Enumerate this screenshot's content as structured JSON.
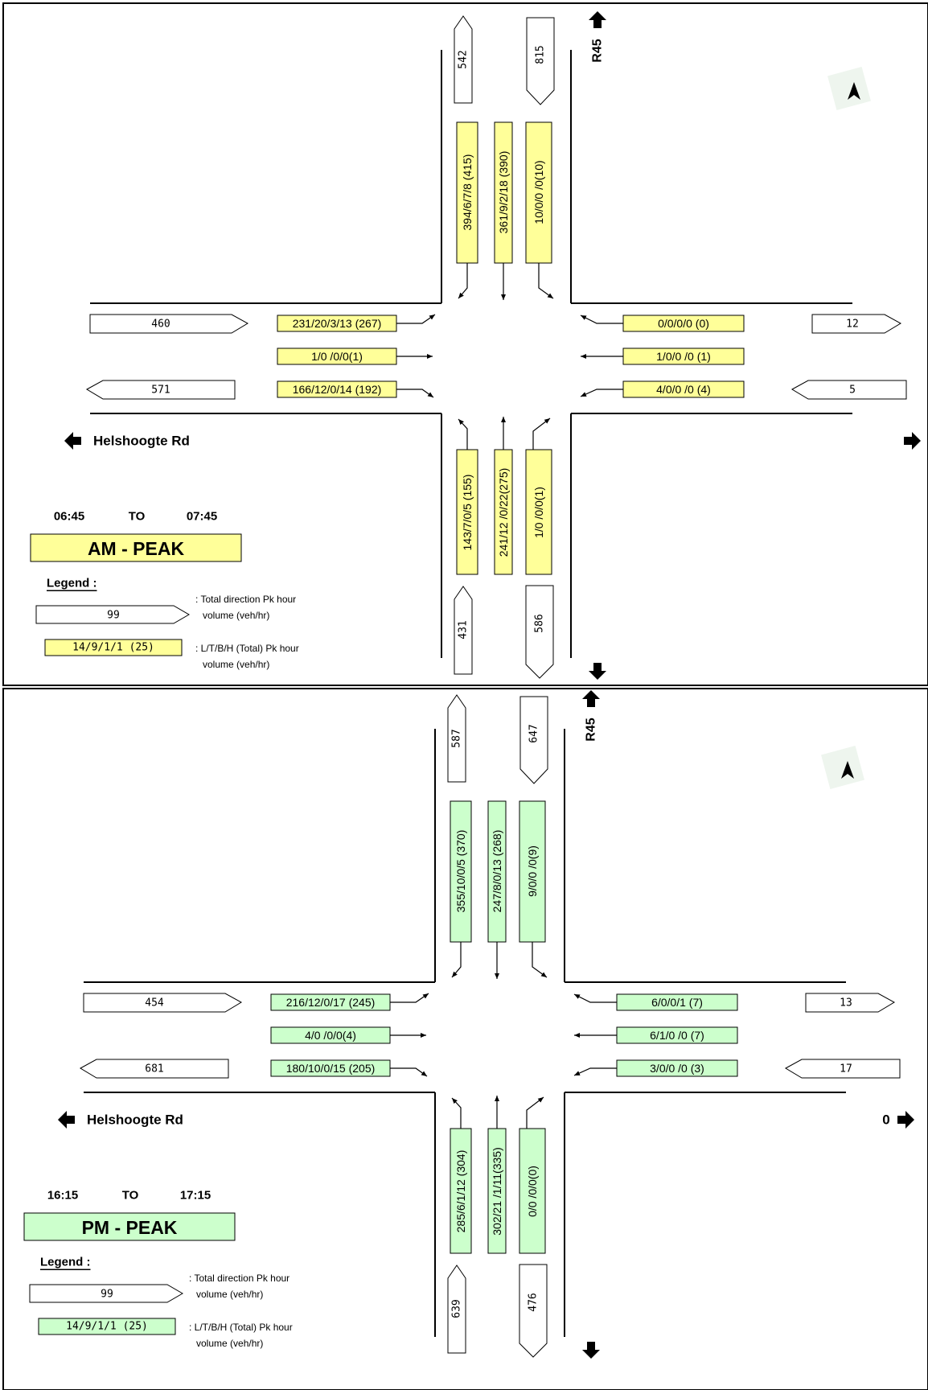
{
  "road_labels": {
    "north_road": "R45",
    "west_road": "Helshoogte Rd"
  },
  "am": {
    "title": "AM - PEAK",
    "time_from": "06:45",
    "time_to_label": "TO",
    "time_to": "07:45",
    "fill_color": "#ffff99",
    "north": {
      "in_total": "815",
      "out_total": "542",
      "movements": [
        "394/6/7/8 (415)",
        "361/9/2/18 (390)",
        "10/0/0 /0(10)"
      ]
    },
    "south": {
      "in_total": "431",
      "out_total": "586",
      "movements": [
        "143/7/0/5 (155)",
        "241/12 /0/22(275)",
        "1/0 /0/0(1)"
      ]
    },
    "west": {
      "out_total": "460",
      "in_total": "571",
      "movements": [
        "231/20/3/13 (267)",
        "1/0 /0/0(1)",
        "166/12/0/14 (192)"
      ]
    },
    "east": {
      "out_total": "12",
      "in_total": "5",
      "east_arrow_label": "",
      "movements": [
        "0/0/0/0 (0)",
        "1/0/0 /0  (1)",
        "4/0/0 /0  (4)"
      ]
    },
    "legend": {
      "title": "Legend :",
      "total_example": "99",
      "total_desc_1": ": Total direction Pk hour",
      "total_desc_2": "volume (veh/hr)",
      "movement_example": "14/9/1/1 (25)",
      "movement_desc_1": ": L/T/B/H (Total) Pk hour",
      "movement_desc_2": "volume (veh/hr)"
    }
  },
  "pm": {
    "title": "PM - PEAK",
    "time_from": "16:15",
    "time_to_label": "TO",
    "time_to": "17:15",
    "fill_color": "#ccffcc",
    "north": {
      "in_total": "647",
      "out_total": "587",
      "movements": [
        "355/10/0/5 (370)",
        "247/8/0/13 (268)",
        "9/0/0 /0(9)"
      ]
    },
    "south": {
      "in_total": "639",
      "out_total": "476",
      "movements": [
        "285/6/1/12 (304)",
        "302/21 /1/11(335)",
        "0/0 /0/0(0)"
      ]
    },
    "west": {
      "out_total": "454",
      "in_total": "681",
      "movements": [
        "216/12/0/17 (245)",
        "4/0 /0/0(4)",
        "180/10/0/15 (205)"
      ]
    },
    "east": {
      "out_total": "13",
      "in_total": "17",
      "east_arrow_label": "0",
      "movements": [
        "6/0/0/1 (7)",
        "6/1/0 /0  (7)",
        "3/0/0 /0  (3)"
      ]
    },
    "legend": {
      "title": "Legend :",
      "total_example": "99",
      "total_desc_1": ": Total direction Pk hour",
      "total_desc_2": "volume (veh/hr)",
      "movement_example": "14/9/1/1 (25)",
      "movement_desc_1": ": L/T/B/H (Total) Pk hour",
      "movement_desc_2": "volume (veh/hr)"
    }
  }
}
